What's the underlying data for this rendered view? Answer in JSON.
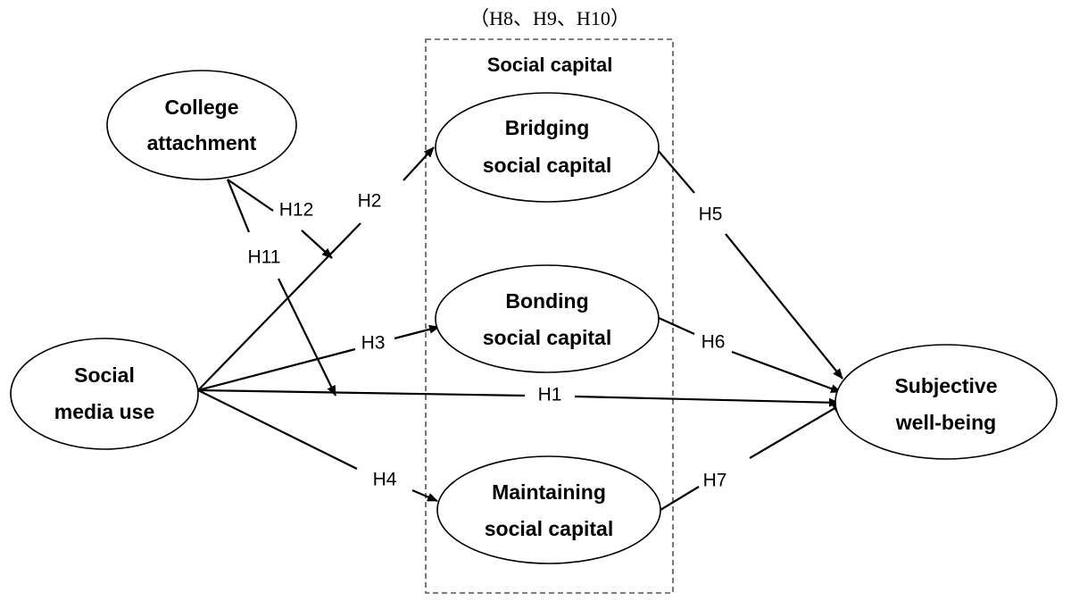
{
  "nodes": {
    "college_attachment": {
      "lines": [
        "College",
        "attachment"
      ]
    },
    "social_media_use": {
      "lines": [
        "Social",
        "media use"
      ]
    },
    "bridging": {
      "lines": [
        "Bridging",
        "social capital"
      ]
    },
    "bonding": {
      "lines": [
        "Bonding",
        "social capital"
      ]
    },
    "maintaining": {
      "lines": [
        "Maintaining",
        "social capital"
      ]
    },
    "subjective_wellbeing": {
      "lines": [
        "Subjective",
        "well-being"
      ]
    }
  },
  "group": {
    "title": "Social capital",
    "hypotheses": "（H8、H9、H10）"
  },
  "hypotheses": {
    "h1": "H1",
    "h2": "H2",
    "h3": "H3",
    "h4": "H4",
    "h5": "H5",
    "h6": "H6",
    "h7": "H7",
    "h11": "H11",
    "h12": "H12"
  }
}
